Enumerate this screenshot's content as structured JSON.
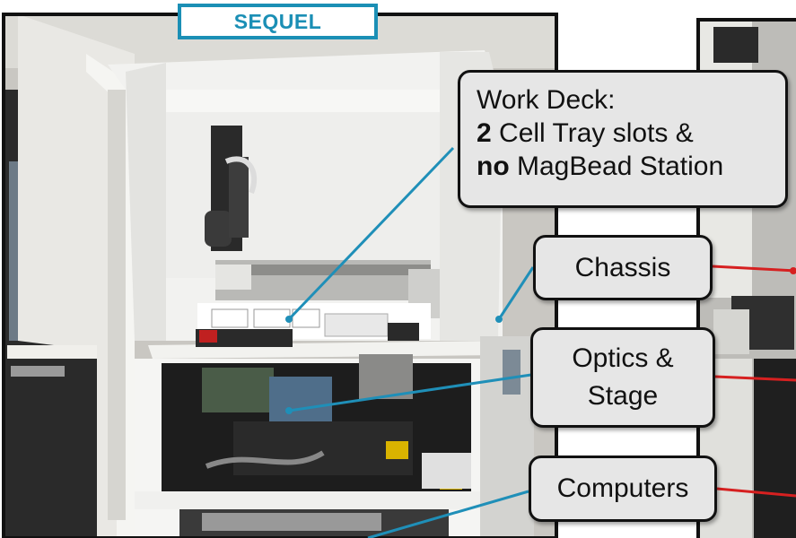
{
  "photo_title": "SEQUEL",
  "callouts": {
    "work_deck": {
      "line1": "Work Deck:",
      "line2_bold": "2",
      "line2_rest": " Cell Tray slots &",
      "line3_bold": "no",
      "line3_rest": " MagBead Station"
    },
    "chassis": "Chassis",
    "optics_line1": "Optics &",
    "optics_line2": "Stage",
    "computers": "Computers"
  },
  "colors": {
    "title_accent": "#1b8fb5",
    "leader_blue": "#1f8fb8",
    "leader_red": "#d62020",
    "callout_fill": "#e6e6e6"
  }
}
